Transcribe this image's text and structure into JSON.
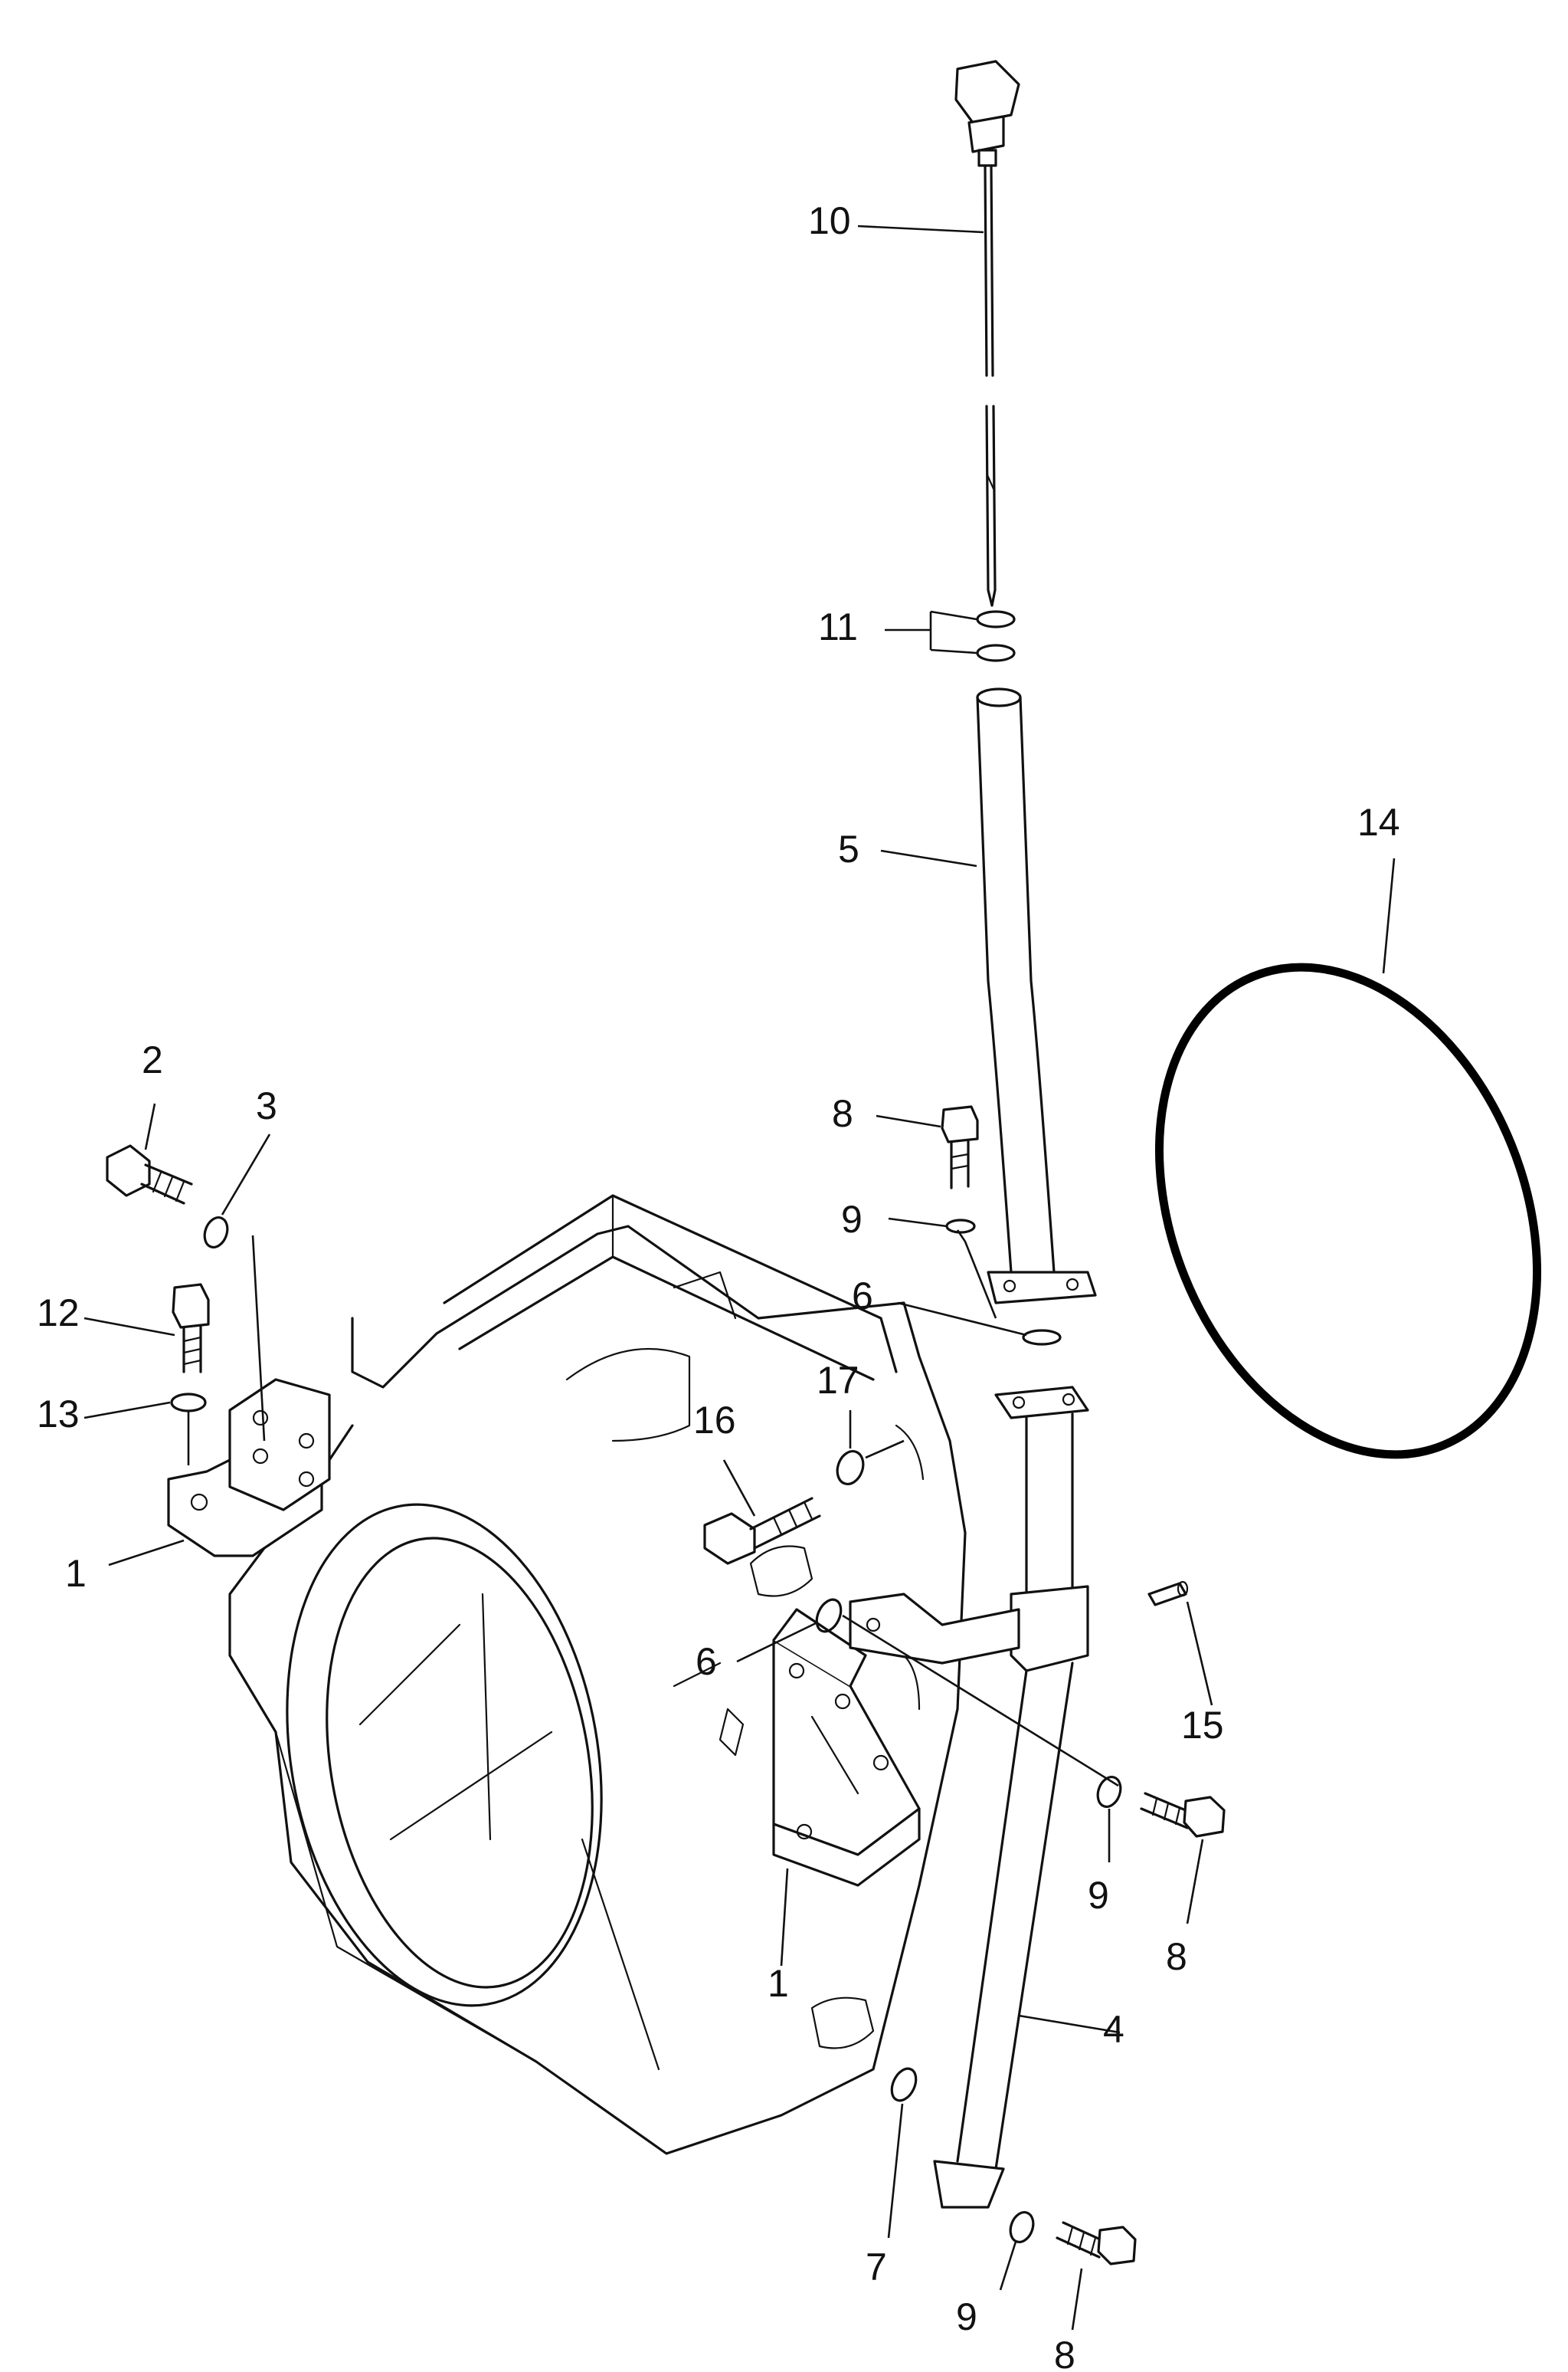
{
  "callouts": {
    "c1a": "1",
    "c1b": "1",
    "c2": "2",
    "c3": "3",
    "c4": "4",
    "c5": "5",
    "c6a": "6",
    "c6b": "6",
    "c7": "7",
    "c8a": "8",
    "c8b": "8",
    "c8c": "8",
    "c9a": "9",
    "c9b": "9",
    "c9c": "9",
    "c10": "10",
    "c11": "11",
    "c12": "12",
    "c13": "13",
    "c14": "14",
    "c15": "15",
    "c16": "16",
    "c17": "17"
  }
}
